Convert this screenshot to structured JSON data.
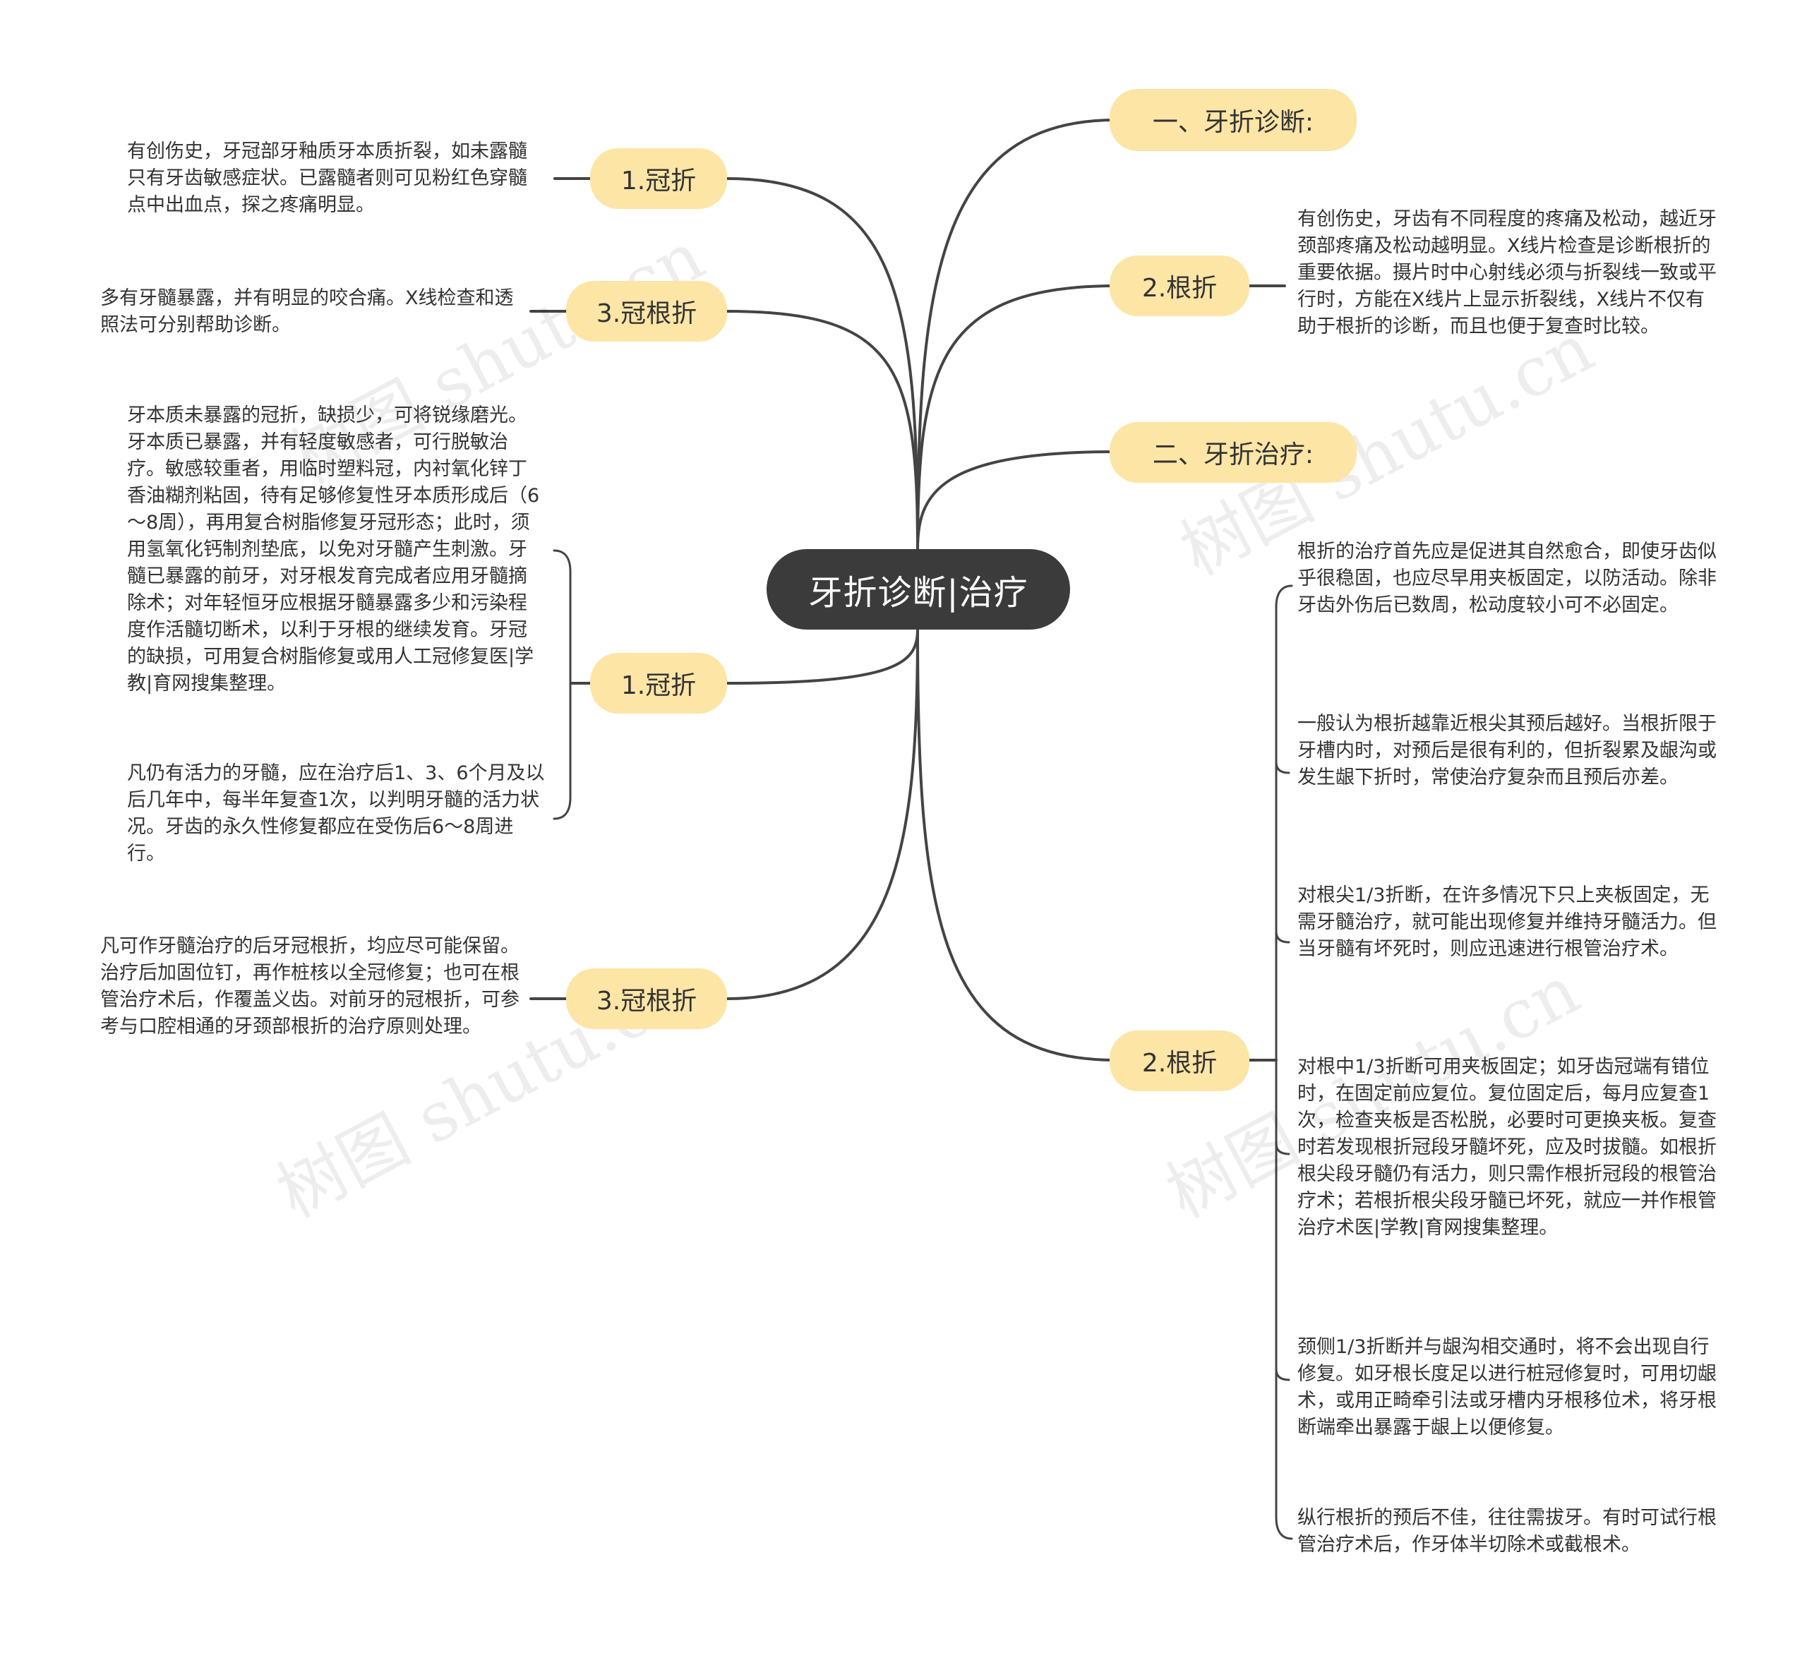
{
  "root": {
    "title": "牙折诊断|治疗"
  },
  "right": {
    "diagnosis_header": "一、牙折诊断:",
    "diag_root_fracture": {
      "label": "2.根折",
      "text": "有创伤史，牙齿有不同程度的疼痛及松动，越近牙颈部疼痛及松动越明显。X线片检查是诊断根折的重要依据。摄片时中心射线必须与折裂线一致或平行时，方能在X线片上显示折裂线，X线片不仅有助于根折的诊断，而且也便于复查时比较。"
    },
    "treatment_header": "二、牙折治疗:",
    "treat_root_fracture": {
      "label": "2.根折",
      "items": [
        "根折的治疗首先应是促进其自然愈合，即使牙齿似乎很稳固，也应尽早用夹板固定，以防活动。除非牙齿外伤后已数周，松动度较小可不必固定。",
        "一般认为根折越靠近根尖其预后越好。当根折限于牙槽内时，对预后是很有利的，但折裂累及龈沟或发生龈下折时，常使治疗复杂而且预后亦差。",
        "对根尖1/3折断，在许多情况下只上夹板固定，无需牙髓治疗，就可能出现修复并维持牙髓活力。但当牙髓有坏死时，则应迅速进行根管治疗术。",
        "对根中1/3折断可用夹板固定；如牙齿冠端有错位时，在固定前应复位。复位固定后，每月应复查1次，检查夹板是否松脱，必要时可更换夹板。复查时若发现根折冠段牙髓坏死，应及时拔髓。如根折根尖段牙髓仍有活力，则只需作根折冠段的根管治疗术；若根折根尖段牙髓已坏死，就应一并作根管治疗术医|学教|育网搜集整理。",
        "颈侧1/3折断并与龈沟相交通时，将不会出现自行修复。如牙根长度足以进行桩冠修复时，可用切龈术，或用正畸牵引法或牙槽内牙根移位术，将牙根断端牵出暴露于龈上以便修复。",
        "纵行根折的预后不佳，往往需拔牙。有时可试行根管治疗术后，作牙体半切除术或截根术。"
      ]
    }
  },
  "left": {
    "diag_crown_fracture": {
      "label": "1.冠折",
      "text": "有创伤史，牙冠部牙釉质牙本质折裂，如未露髓只有牙齿敏感症状。已露髓者则可见粉红色穿髓点中出血点，探之疼痛明显。"
    },
    "diag_crown_root_fracture": {
      "label": "3.冠根折",
      "text": "多有牙髓暴露，并有明显的咬合痛。X线检查和透照法可分别帮助诊断。"
    },
    "treat_crown_fracture": {
      "label": "1.冠折",
      "items": [
        "牙本质未暴露的冠折，缺损少，可将锐缘磨光。牙本质已暴露，并有轻度敏感者，可行脱敏治疗。敏感较重者，用临时塑料冠，内衬氧化锌丁香油糊剂粘固，待有足够修复性牙本质形成后（6～8周），再用复合树脂修复牙冠形态；此时，须用氢氧化钙制剂垫底，以免对牙髓产生刺激。牙髓已暴露的前牙，对牙根发育完成者应用牙髓摘除术；对年轻恒牙应根据牙髓暴露多少和污染程度作活髓切断术，以利于牙根的继续发育。牙冠的缺损，可用复合树脂修复或用人工冠修复医|学教|育网搜集整理。",
        "凡仍有活力的牙髓，应在治疗后1、3、6个月及以后几年中，每半年复查1次，以判明牙髓的活力状况。牙齿的永久性修复都应在受伤后6～8周进行。"
      ]
    },
    "treat_crown_root_fracture": {
      "label": "3.冠根折",
      "text": "凡可作牙髓治疗的后牙冠根折，均应尽可能保留。治疗后加固位钉，再作桩核以全冠修复；也可在根管治疗术后，作覆盖义齿。对前牙的冠根折，可参考与口腔相通的牙颈部根折的治疗原则处理。"
    }
  },
  "watermark": "树图 shutu.cn"
}
